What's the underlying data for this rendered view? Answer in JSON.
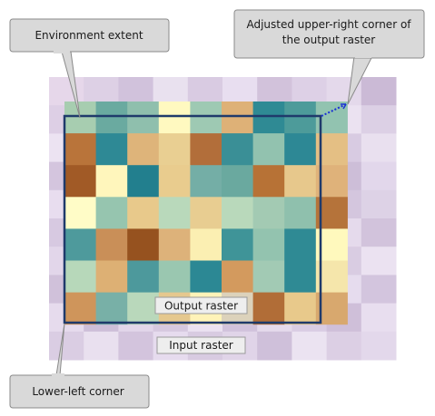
{
  "callouts": {
    "environment_extent": "Environment extent",
    "upper_right": [
      "Adjusted upper-right corner of",
      "the output raster"
    ],
    "lower_left": "Lower-left corner"
  },
  "labels": {
    "output_raster": "Output raster",
    "input_raster": "Input raster"
  },
  "colors": {
    "extent_border": "#1f3a6b",
    "pointer_dotted": "#1a2fd4",
    "callout_fill": "#d9d9d9",
    "callout_border": "#8a8a8a",
    "label_fill": "#eeeeee"
  },
  "input_raster_palette": [
    [
      "#e6d7ea",
      "#ddd0e5",
      "#d1c2dc",
      "#e9e1ef",
      "#d9cbe2",
      "#e8def0",
      "#d2c2db",
      "#ddd0e6",
      "#e4d9eb",
      "#cbbad6"
    ],
    [
      "#ddcfe5",
      "#d3c4dd",
      "#e6dbee",
      "#cfc0da",
      "#e8def0",
      "#d6c8e0",
      "#e2d6ea",
      "#d2c3dc",
      "#ebe2f1",
      "#dcd0e5"
    ],
    [
      "#ece3f2",
      "#d9cde3",
      "#d0c0da",
      "#e3d8ec",
      "#d6c8e0",
      "#ebe2f1",
      "#cfbfd9",
      "#e4d9ec",
      "#d8cbe2",
      "#e9e0ef"
    ],
    [
      "#d4c5de",
      "#e7dcee",
      "#d8cbe2",
      "#ccbcd7",
      "#e3d7ea",
      "#d1c2dc",
      "#e8deef",
      "#dbcfe4",
      "#cdbed8",
      "#e2d7eb"
    ],
    [
      "#e8ddef",
      "#cfc0da",
      "#e5daed",
      "#dacde3",
      "#cfbfd9",
      "#e6dbee",
      "#d6c8e0",
      "#ebe3f1",
      "#d4c6de",
      "#ddd2e6"
    ],
    [
      "#d7c9e1",
      "#e4d9ec",
      "#ccbcd7",
      "#e9e0ef",
      "#dccfe5",
      "#d3c4dd",
      "#e6dcee",
      "#d0c1da",
      "#e5daec",
      "#d2c3dc"
    ],
    [
      "#e2d6ea",
      "#d5c7df",
      "#e8dff0",
      "#d1c2db",
      "#e6dbed",
      "#dccfe4",
      "#cbbbd6",
      "#e4d8eb",
      "#d9cce2",
      "#ebe2f1"
    ],
    [
      "#d0c1da",
      "#e7ddee",
      "#d6c8e0",
      "#e3d7ea",
      "#cfc0d9",
      "#e9e0ef",
      "#d8cbe2",
      "#dfd3e8",
      "#e6dcee",
      "#d3c5de"
    ],
    [
      "#e6dbed",
      "#cdbed8",
      "#e2d6ea",
      "#d6c8df",
      "#ebe2f1",
      "#d1c2dc",
      "#e5daec",
      "#d9cce3",
      "#cfbfd9",
      "#e8deef"
    ],
    [
      "#dacde3",
      "#e9e0ef",
      "#d3c4dd",
      "#e6dbee",
      "#d8cbe1",
      "#e0d4e8",
      "#cfc0da",
      "#ebe3f1",
      "#dccfe4",
      "#e3d8eb"
    ]
  ],
  "output_raster_palette": [
    [
      "#a7cdb0",
      "#6aaaa0",
      "#8fbfad",
      "#fff9c0",
      "#9ec9b3",
      "#deb177",
      "#2f8a94",
      "#4d9b9a",
      "#92c3b0"
    ],
    [
      "#b9743a",
      "#2e8995",
      "#deb47a",
      "#e9cf92",
      "#b26e3a",
      "#3a8f96",
      "#92c2af",
      "#2d8895",
      "#e4bf84"
    ],
    [
      "#a15a26",
      "#fff6bc",
      "#227f8e",
      "#e9cc8e",
      "#74aea6",
      "#6aa99f",
      "#b77236",
      "#e7c88c",
      "#dfb27a"
    ],
    [
      "#fffcc7",
      "#96c5af",
      "#e8c98b",
      "#b9d9bb",
      "#e8cd91",
      "#b9d9bb",
      "#a3cab3",
      "#8fc0ad",
      "#b5733a"
    ],
    [
      "#4e9a9c",
      "#c98f58",
      "#96521f",
      "#ddb27a",
      "#fbefb2",
      "#3f9498",
      "#93c3af",
      "#2f8a94",
      "#fff9bd"
    ],
    [
      "#b7d8ba",
      "#ddb074",
      "#4d999c",
      "#9ac7b0",
      "#2c8894",
      "#d39a5e",
      "#a2cab4",
      "#2f8a94",
      "#f5e6ab"
    ],
    [
      "#cf955b",
      "#78b0a7",
      "#b9d8bb",
      "#e5c88e",
      "#fff3b8",
      "#dcd2bb",
      "#b16d37",
      "#e8c98b",
      "#d8a86e"
    ]
  ]
}
